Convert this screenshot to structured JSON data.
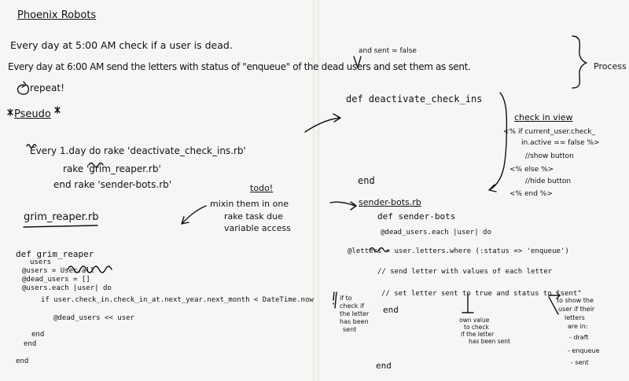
{
  "title": "Phoenix Robots",
  "process": {
    "line1": "Every day at 5:00 AM check if a user is dead.",
    "line2": "Every day at 6:00 AM send the letters with status of \"enqueue\" of the dead users and set them as sent.",
    "insert": "and sent = false",
    "repeat": "repeat!",
    "brace_label": "Process"
  },
  "pseudo": {
    "heading": "Pseudo",
    "every_day": "Every 1.day do    rake 'deactivate_check_ins.rb'",
    "rake1": "rake 'grim_reaper.rb'",
    "rake2": "end rake 'sender-bots.rb'",
    "def_deactivate": "def deactivate_check_ins",
    "end": "end"
  },
  "check_in_view": {
    "title": "check in view",
    "lines": [
      "<% if current_user.check_",
      "in.active == false %>",
      "//show button",
      "<% else %>",
      "//hide button",
      "<% end %>"
    ]
  },
  "todo": {
    "title": "todo!",
    "lines": [
      "mixin them in one",
      "rake task due",
      "variable access"
    ]
  },
  "grim_reaper": {
    "file": "grim_reaper.rb",
    "code": [
      "def grim_reaper",
      "users",
      "@users = User.all",
      "@dead_users = []",
      "@users.each |user| do",
      "if user.check_in.check_in_at.next_year.next_month < DateTime.now",
      "@dead_users << user",
      "end",
      "end",
      "end"
    ]
  },
  "sender_bots": {
    "file": "sender-bots.rb",
    "code": [
      "def sender-bots",
      "@dead_users.each |user| do",
      "@letters = user.letters.where (:status => 'enqueue')",
      "// send letter with values of each letter",
      "// set letter sent to true and status to \"sent\"",
      "end",
      "end"
    ]
  },
  "notes": {
    "check_sent": [
      "if to",
      "check if",
      "the letter",
      "has been",
      "sent"
    ],
    "own_value": [
      "own value",
      "to check",
      "if the letter",
      "has been sent"
    ],
    "show_user": [
      "to show the",
      "user if their",
      "letters",
      "are in:",
      "- draft",
      "- enqueue",
      "- sent"
    ]
  }
}
